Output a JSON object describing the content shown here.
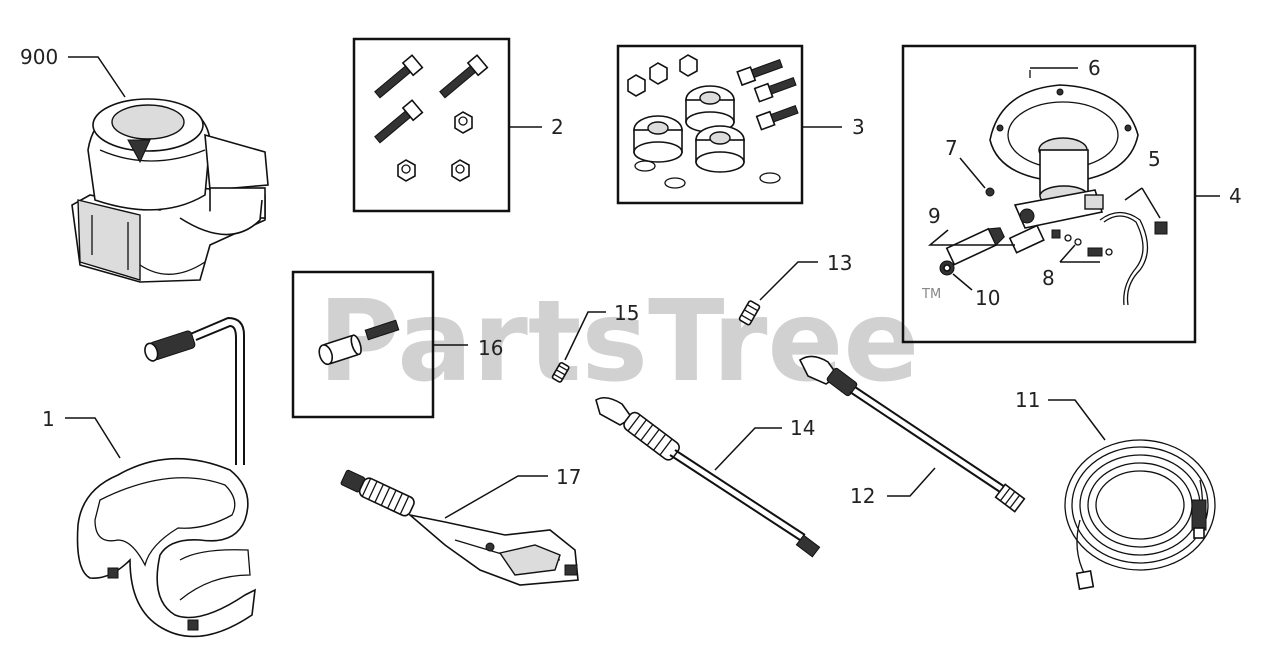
{
  "watermark": "PartsTree",
  "trademark": "TM",
  "callouts": {
    "engine": "900",
    "frame": "1",
    "hardware_bolts": "2",
    "hardware_mounts": "3",
    "pump_assembly": "4",
    "pump_hose": "5",
    "pump_part_6": "6",
    "pump_part_7": "7",
    "pump_part_8": "8",
    "pump_part_9": "9",
    "pump_part_10": "10",
    "high_pressure_hose": "11",
    "extension_wand": "12",
    "nozzle_13": "13",
    "spray_wand": "14",
    "nozzle_15": "15",
    "handle_kit": "16",
    "spray_gun": "17"
  }
}
